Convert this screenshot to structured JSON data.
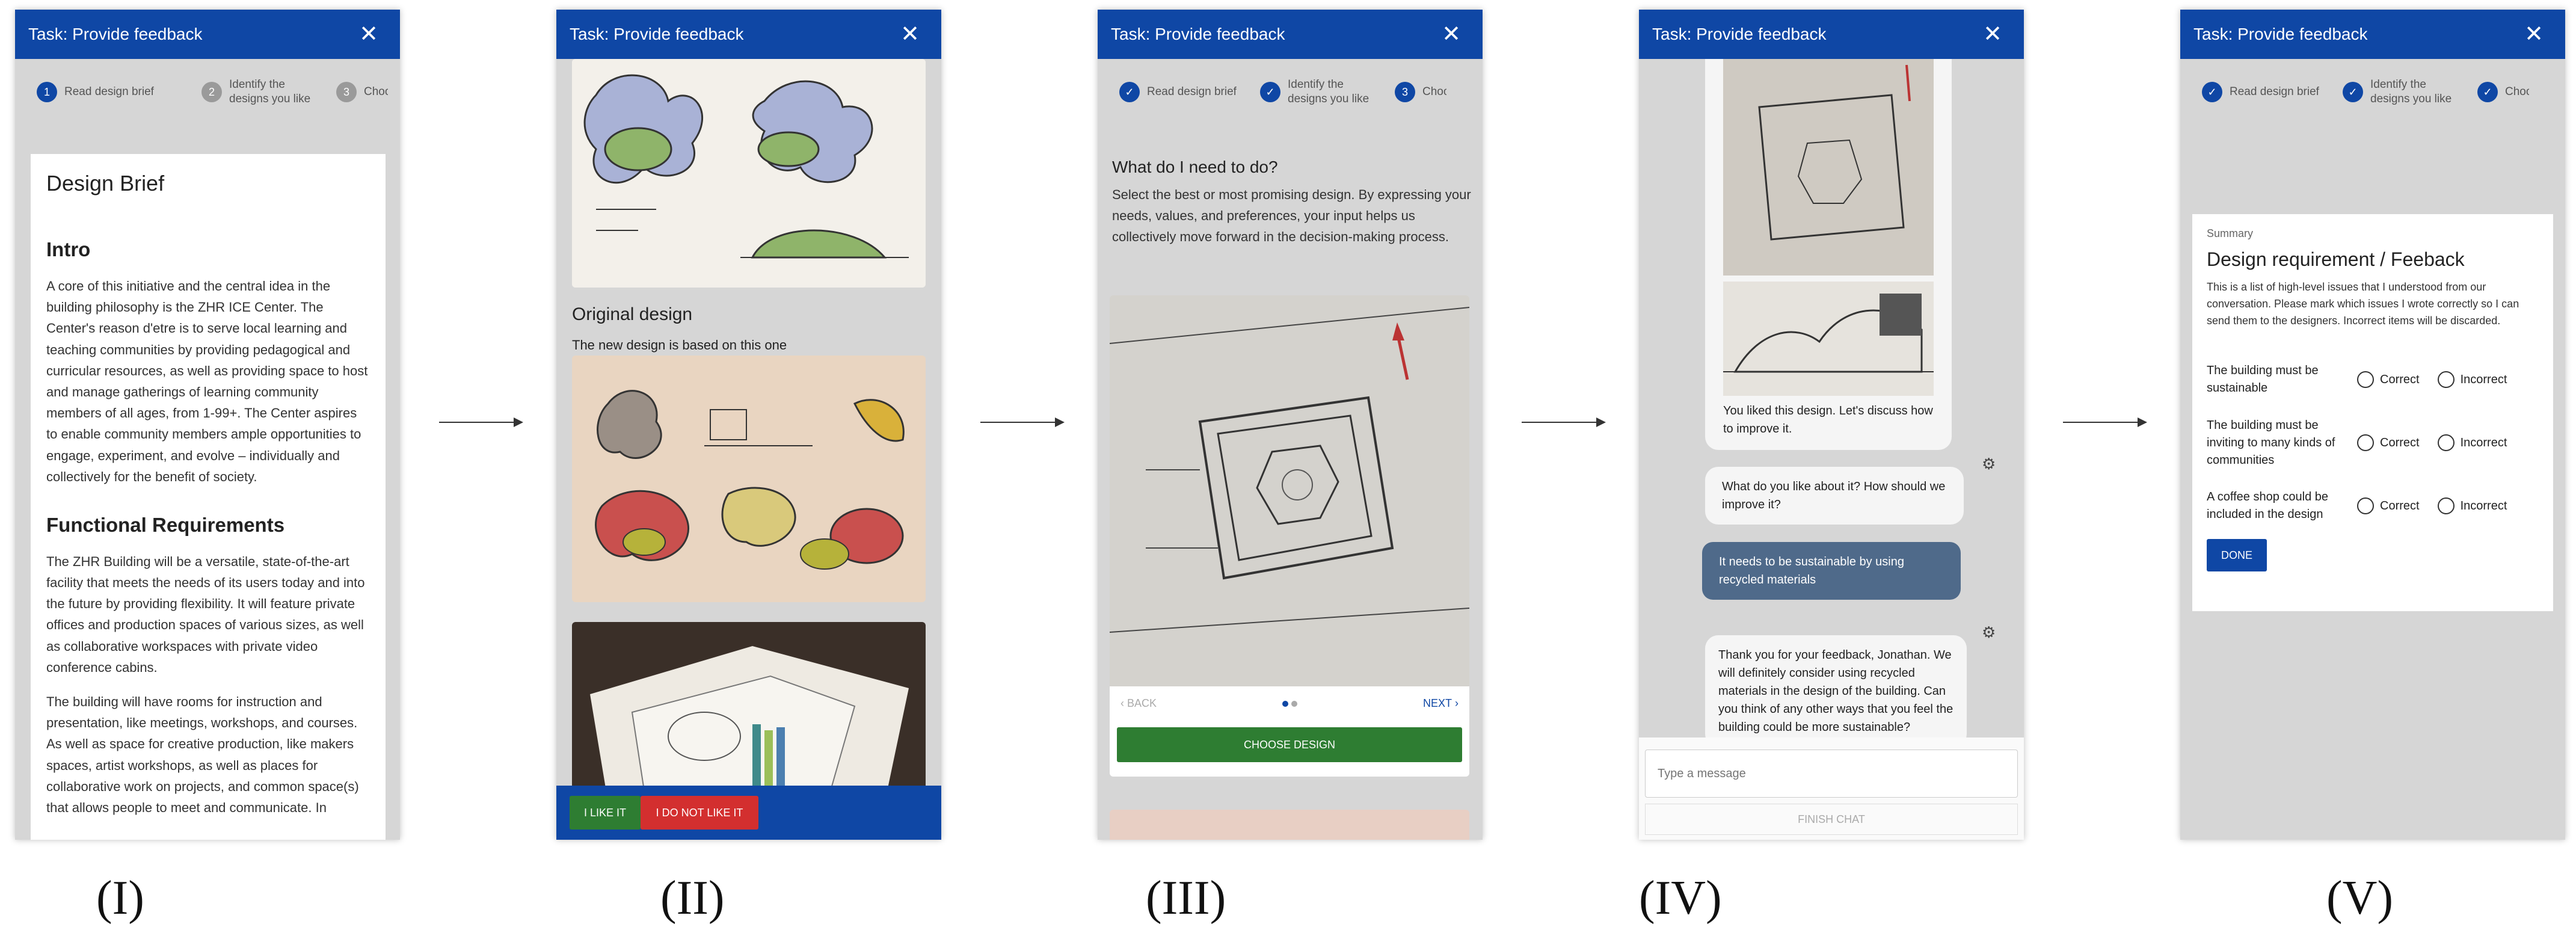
{
  "task_title": "Task: Provide feedback",
  "close_glyph": "✕",
  "steps": {
    "one": "Read design brief",
    "two": "Identify the designs you like",
    "three": "Choose design",
    "n1": "1",
    "n2": "2",
    "n3": "3",
    "check": "✓"
  },
  "panel_labels": [
    "(I)",
    "(II)",
    "(III)",
    "(IV)",
    "(V)"
  ],
  "brief": {
    "title": "Design Brief",
    "intro_heading": "Intro",
    "intro_text": "A core of this initiative and the central idea in the building philosophy is the ZHR ICE Center. The Center's reason d'etre is to serve local learning and teaching communities by providing pedagogical and curricular resources, as well as providing space to host and manage gatherings of learning community members of all ages, from 1-99+. The Center aspires to enable community members ample opportunities to engage, experiment, and evolve – individually and collectively for the benefit of society.",
    "func_heading": "Functional Requirements",
    "func_text_1": "The ZHR Building will be a versatile, state-of-the-art facility that meets the needs of its users today and into the future by providing flexibility. It will feature private offices and production spaces of various sizes, as well as collaborative workspaces with private video conference cabins.",
    "func_text_2": "The building will have rooms for instruction and presentation, like meetings, workshops, and courses. As well as space for creative production, like makers spaces, artist workshops, as well as places for collaborative work on projects, and common space(s) that allows people to meet and communicate. In"
  },
  "designs": {
    "original_label": "Original design",
    "based_on": "The new design is based on this one",
    "like_button": "I LIKE IT",
    "dislike_button": "I DO NOT LIKE IT"
  },
  "choose": {
    "question": "What do I need to do?",
    "instructions": "Select the best or most promising design. By expressing your needs, values, and preferences, your input helps us collectively move forward in the decision-making process.",
    "back": "BACK",
    "next": "NEXT",
    "choose_button": "CHOOSE DESIGN"
  },
  "chat": {
    "liked_text": "You liked this design. Let's discuss how to improve it.",
    "bot_question": "What do you like about it? How should we improve it?",
    "user_reply": "It needs to be sustainable by using recycled materials",
    "bot_reply": "Thank you for your feedback, Jonathan. We will definitely consider using recycled materials in the design of the building. Can you think of any other ways that you feel the building could be more sustainable?",
    "input_placeholder": "Type a message",
    "finish": "FINISH CHAT"
  },
  "summary": {
    "kicker": "Summary",
    "title": "Design requirement / Feeback",
    "description": "This is a list of high-level issues that I understood from our conversation. Please mark which issues I wrote correctly so I can send them to the designers. Incorrect items will be discarded.",
    "items": [
      {
        "text": "The building must be sustainable"
      },
      {
        "text": "The building must be inviting to many kinds of communities"
      },
      {
        "text": "A coffee shop could be included in the design"
      }
    ],
    "correct": "Correct",
    "incorrect": "Incorrect",
    "done": "DONE"
  },
  "colors": {
    "brand_blue": "#0f47a5",
    "like_green": "#2e7d32",
    "dislike_red": "#d32f2f",
    "user_bubble": "#4f6a8a"
  },
  "icons": [
    "close-icon",
    "check-icon",
    "robot-icon",
    "chevron-left-icon",
    "chevron-right-icon",
    "arrow-icon"
  ]
}
